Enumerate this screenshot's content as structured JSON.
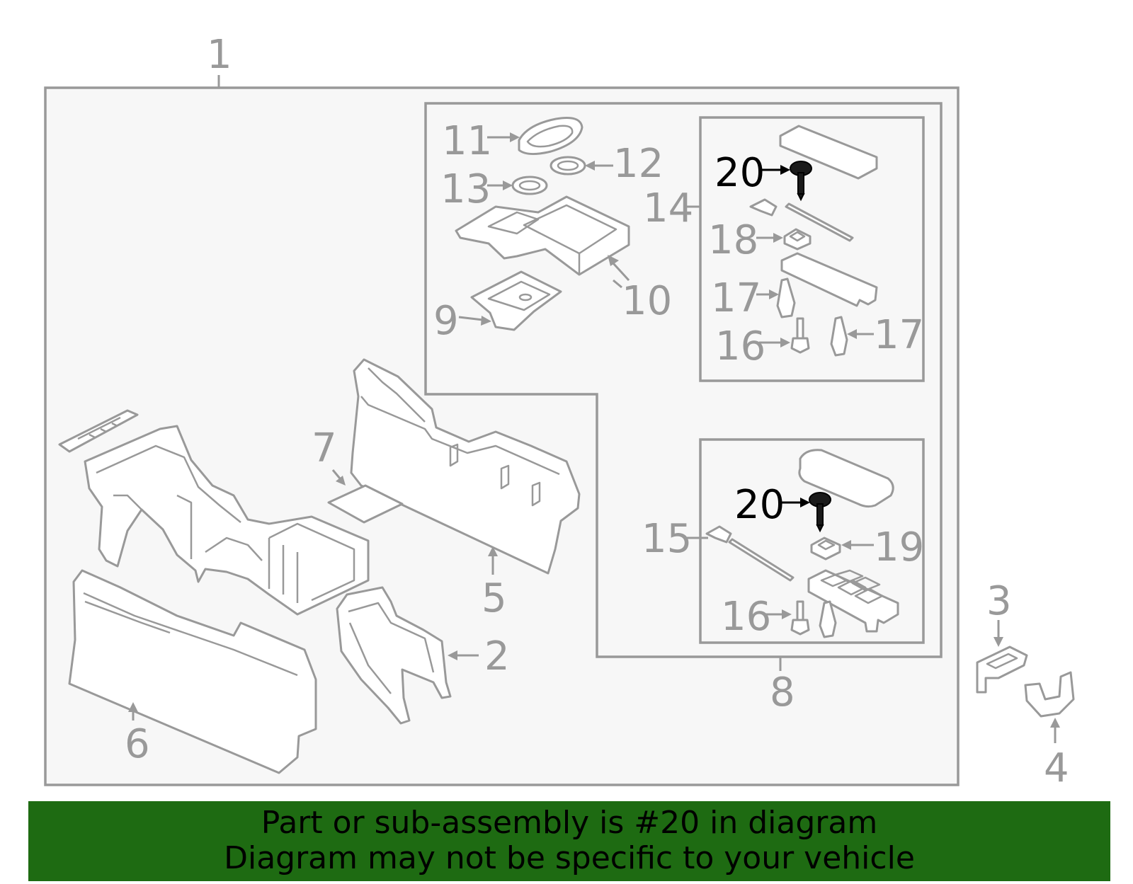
{
  "callouts": {
    "c1": "1",
    "c2": "2",
    "c3": "3",
    "c4": "4",
    "c5": "5",
    "c6": "6",
    "c7": "7",
    "c8": "8",
    "c9": "9",
    "c10": "10",
    "c11": "11",
    "c12": "12",
    "c13": "13",
    "c14": "14",
    "c15": "15",
    "c16a": "16",
    "c16b": "16",
    "c17a": "17",
    "c17b": "17",
    "c18": "18",
    "c19": "19",
    "c20a": "20",
    "c20b": "20"
  },
  "highlight_part": "20",
  "colors": {
    "line": "#999999",
    "highlight": "#000000",
    "banner": "#1e6b12",
    "panel": "#f7f7f7"
  },
  "banner": {
    "line1": "Part or sub-assembly is #20 in diagram",
    "line2": "Diagram may not be specific to your vehicle"
  }
}
